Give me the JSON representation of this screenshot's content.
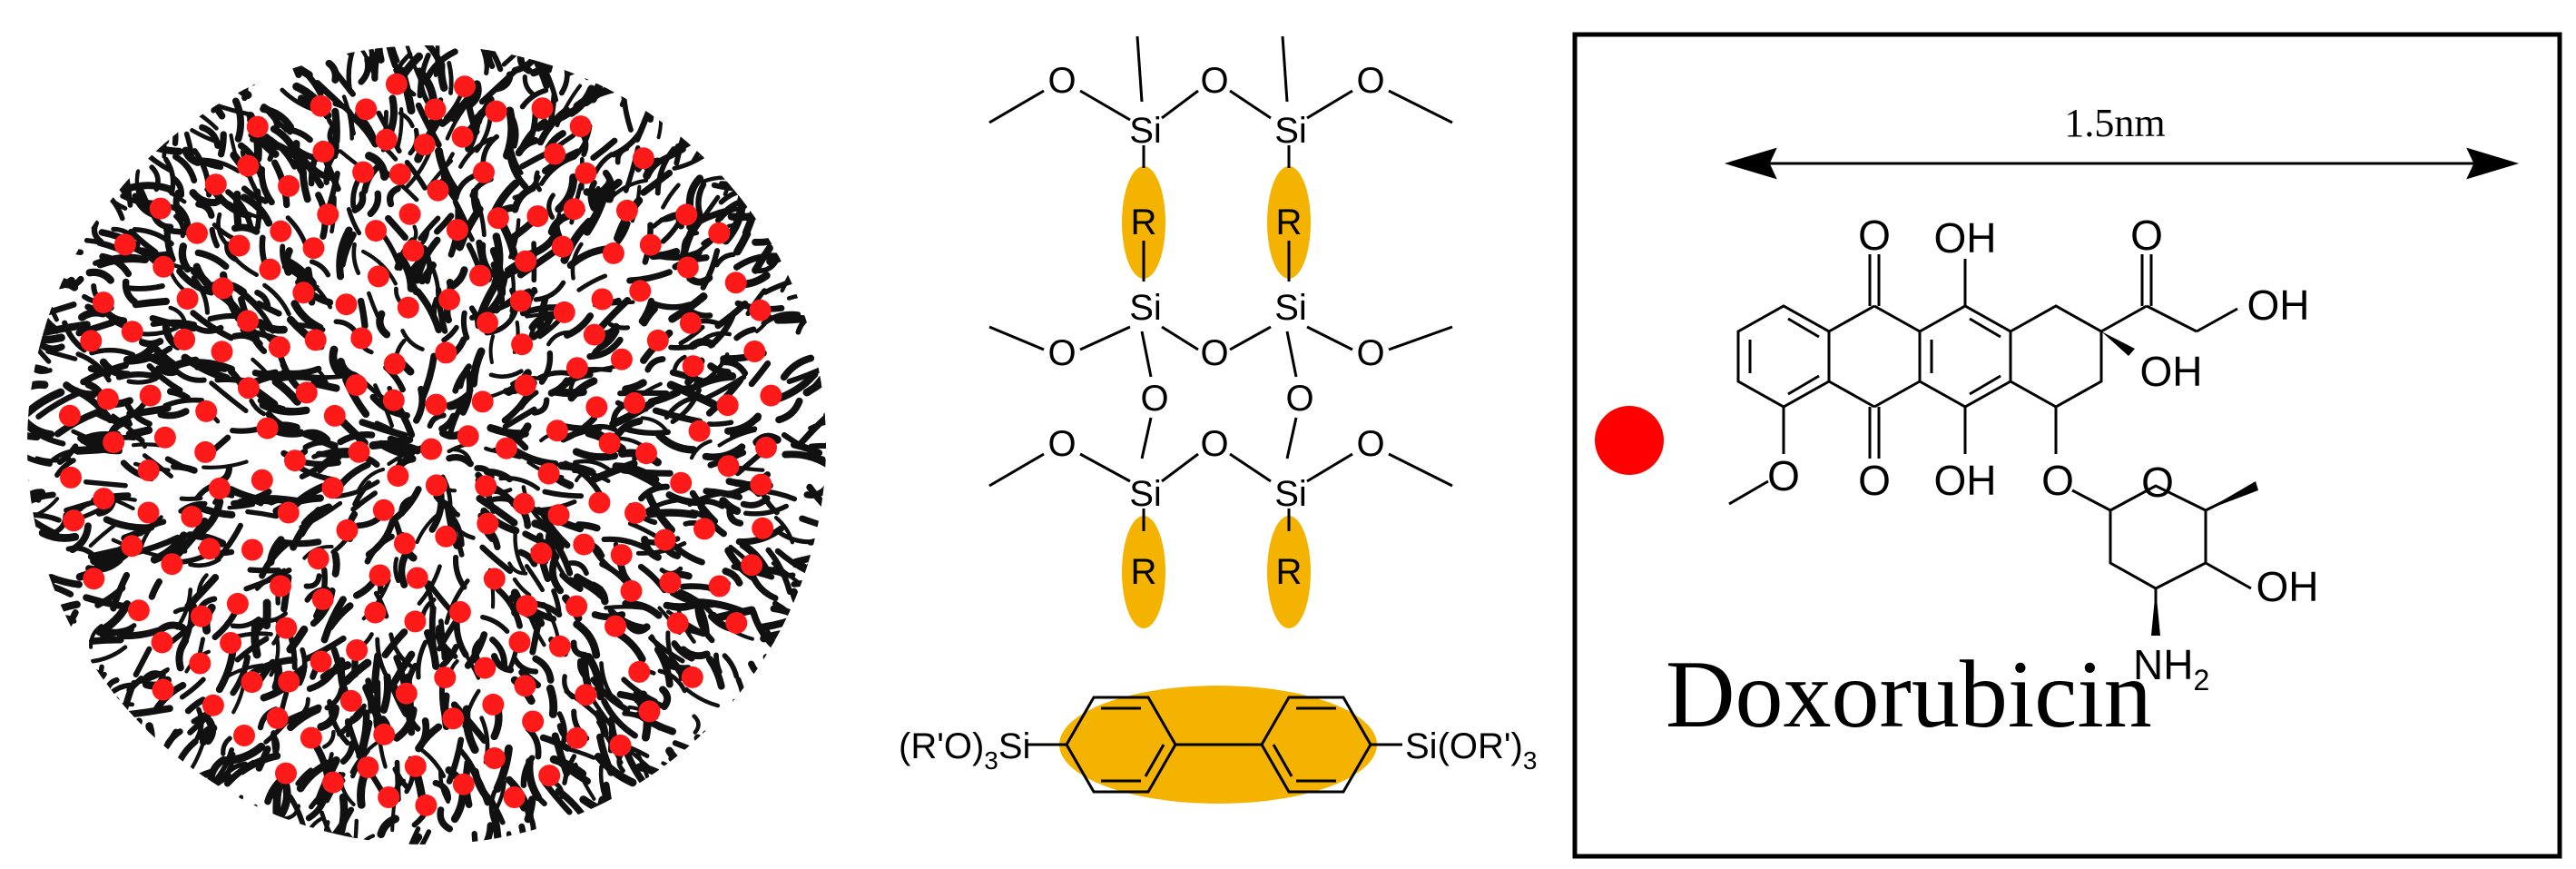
{
  "panel_left": {
    "fiber_color": "#111111",
    "drug_color": "#ff1a1a"
  },
  "panel_middle": {
    "framework_atoms": {
      "si": "Si",
      "o": "O",
      "r": "R"
    },
    "linker_left": "(R'O)",
    "linker_left_sub": "3",
    "linker_left_si": "Si",
    "linker_right": "Si(OR')",
    "linker_right_sub": "3",
    "highlight_color": "#f5b301"
  },
  "panel_right": {
    "dimension_label": "1.5nm",
    "molecule_name": "Doxorubicin",
    "drug_marker_color": "#ff0000",
    "atoms": {
      "o": "O",
      "oh": "OH",
      "nh2_n": "NH",
      "nh2_sub": "2"
    }
  }
}
